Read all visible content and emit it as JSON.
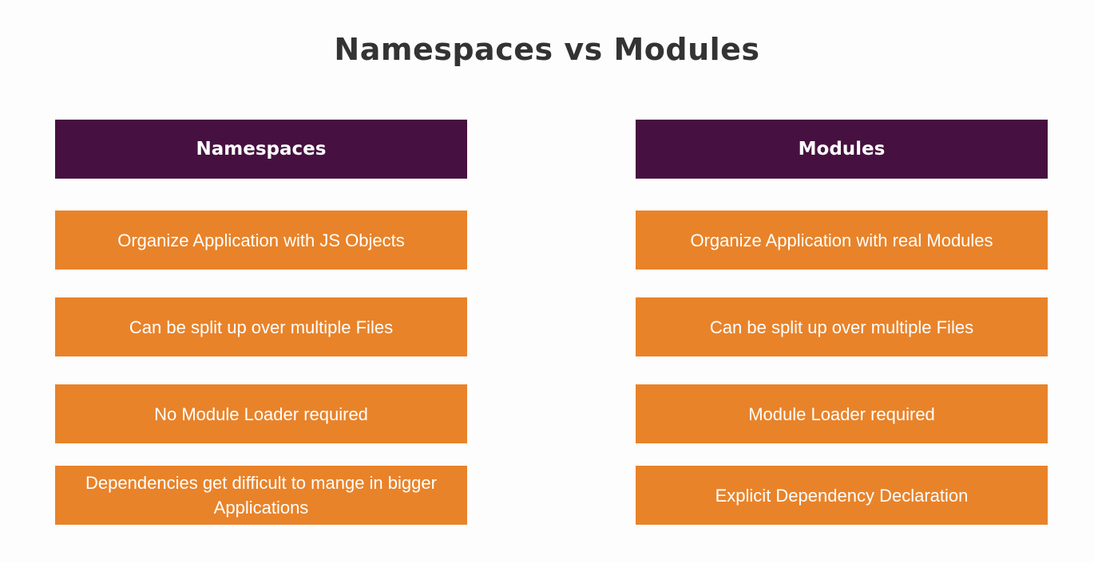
{
  "title": "Namespaces vs Modules",
  "columns": [
    {
      "header": "Namespaces",
      "items": [
        "Organize Application with JS Objects",
        "Can be split up over multiple Files",
        "No Module Loader required",
        "Dependencies get difficult to mange in bigger Applications"
      ]
    },
    {
      "header": "Modules",
      "items": [
        "Organize Application with real Modules",
        "Can be split up over multiple Files",
        "Module Loader required",
        "Explicit Dependency Declaration"
      ]
    }
  ],
  "colors": {
    "header_bg": "#461140",
    "box_bg": "#e8832a",
    "title_text": "#333333",
    "box_text": "#ffffff"
  }
}
